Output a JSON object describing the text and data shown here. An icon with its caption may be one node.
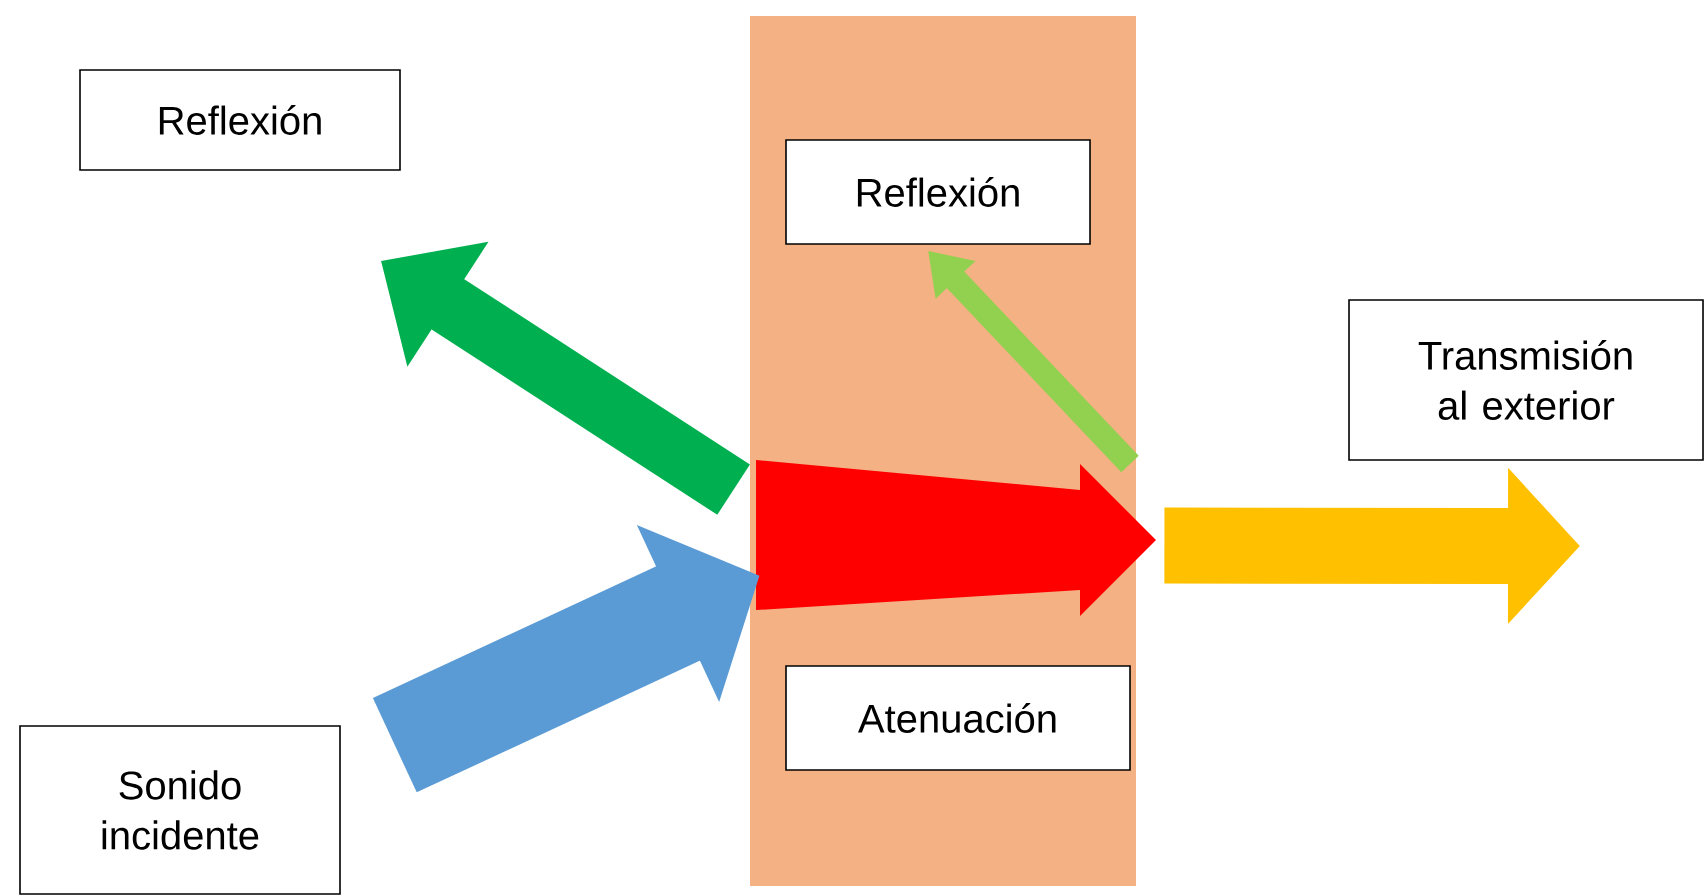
{
  "diagram": {
    "nodes": [
      {
        "text": [
          "Reflexión"
        ]
      },
      {
        "text": [],
        "shape": "box"
      },
      {
        "text": [
          "Reflexión"
        ],
        "in": 1
      },
      {
        "text": [
          "Transmisión al exterior"
        ]
      },
      {
        "text": [
          "Atenuación"
        ],
        "in": 1
      },
      {
        "text": [
          "Sonido incidente"
        ]
      }
    ],
    "edges": [
      {
        "from": 5,
        "to": 1,
        "arrow": "to",
        "color": "#5b9bd5"
      },
      {
        "from": 1,
        "to": 0,
        "arrow": "to",
        "color": "#00b050"
      },
      {
        "from": null,
        "to": 2,
        "arrow": "to",
        "color": "#92d050"
      },
      {
        "from": 1,
        "to": null,
        "arrow": "to",
        "color": "#ffc000"
      }
    ]
  }
}
